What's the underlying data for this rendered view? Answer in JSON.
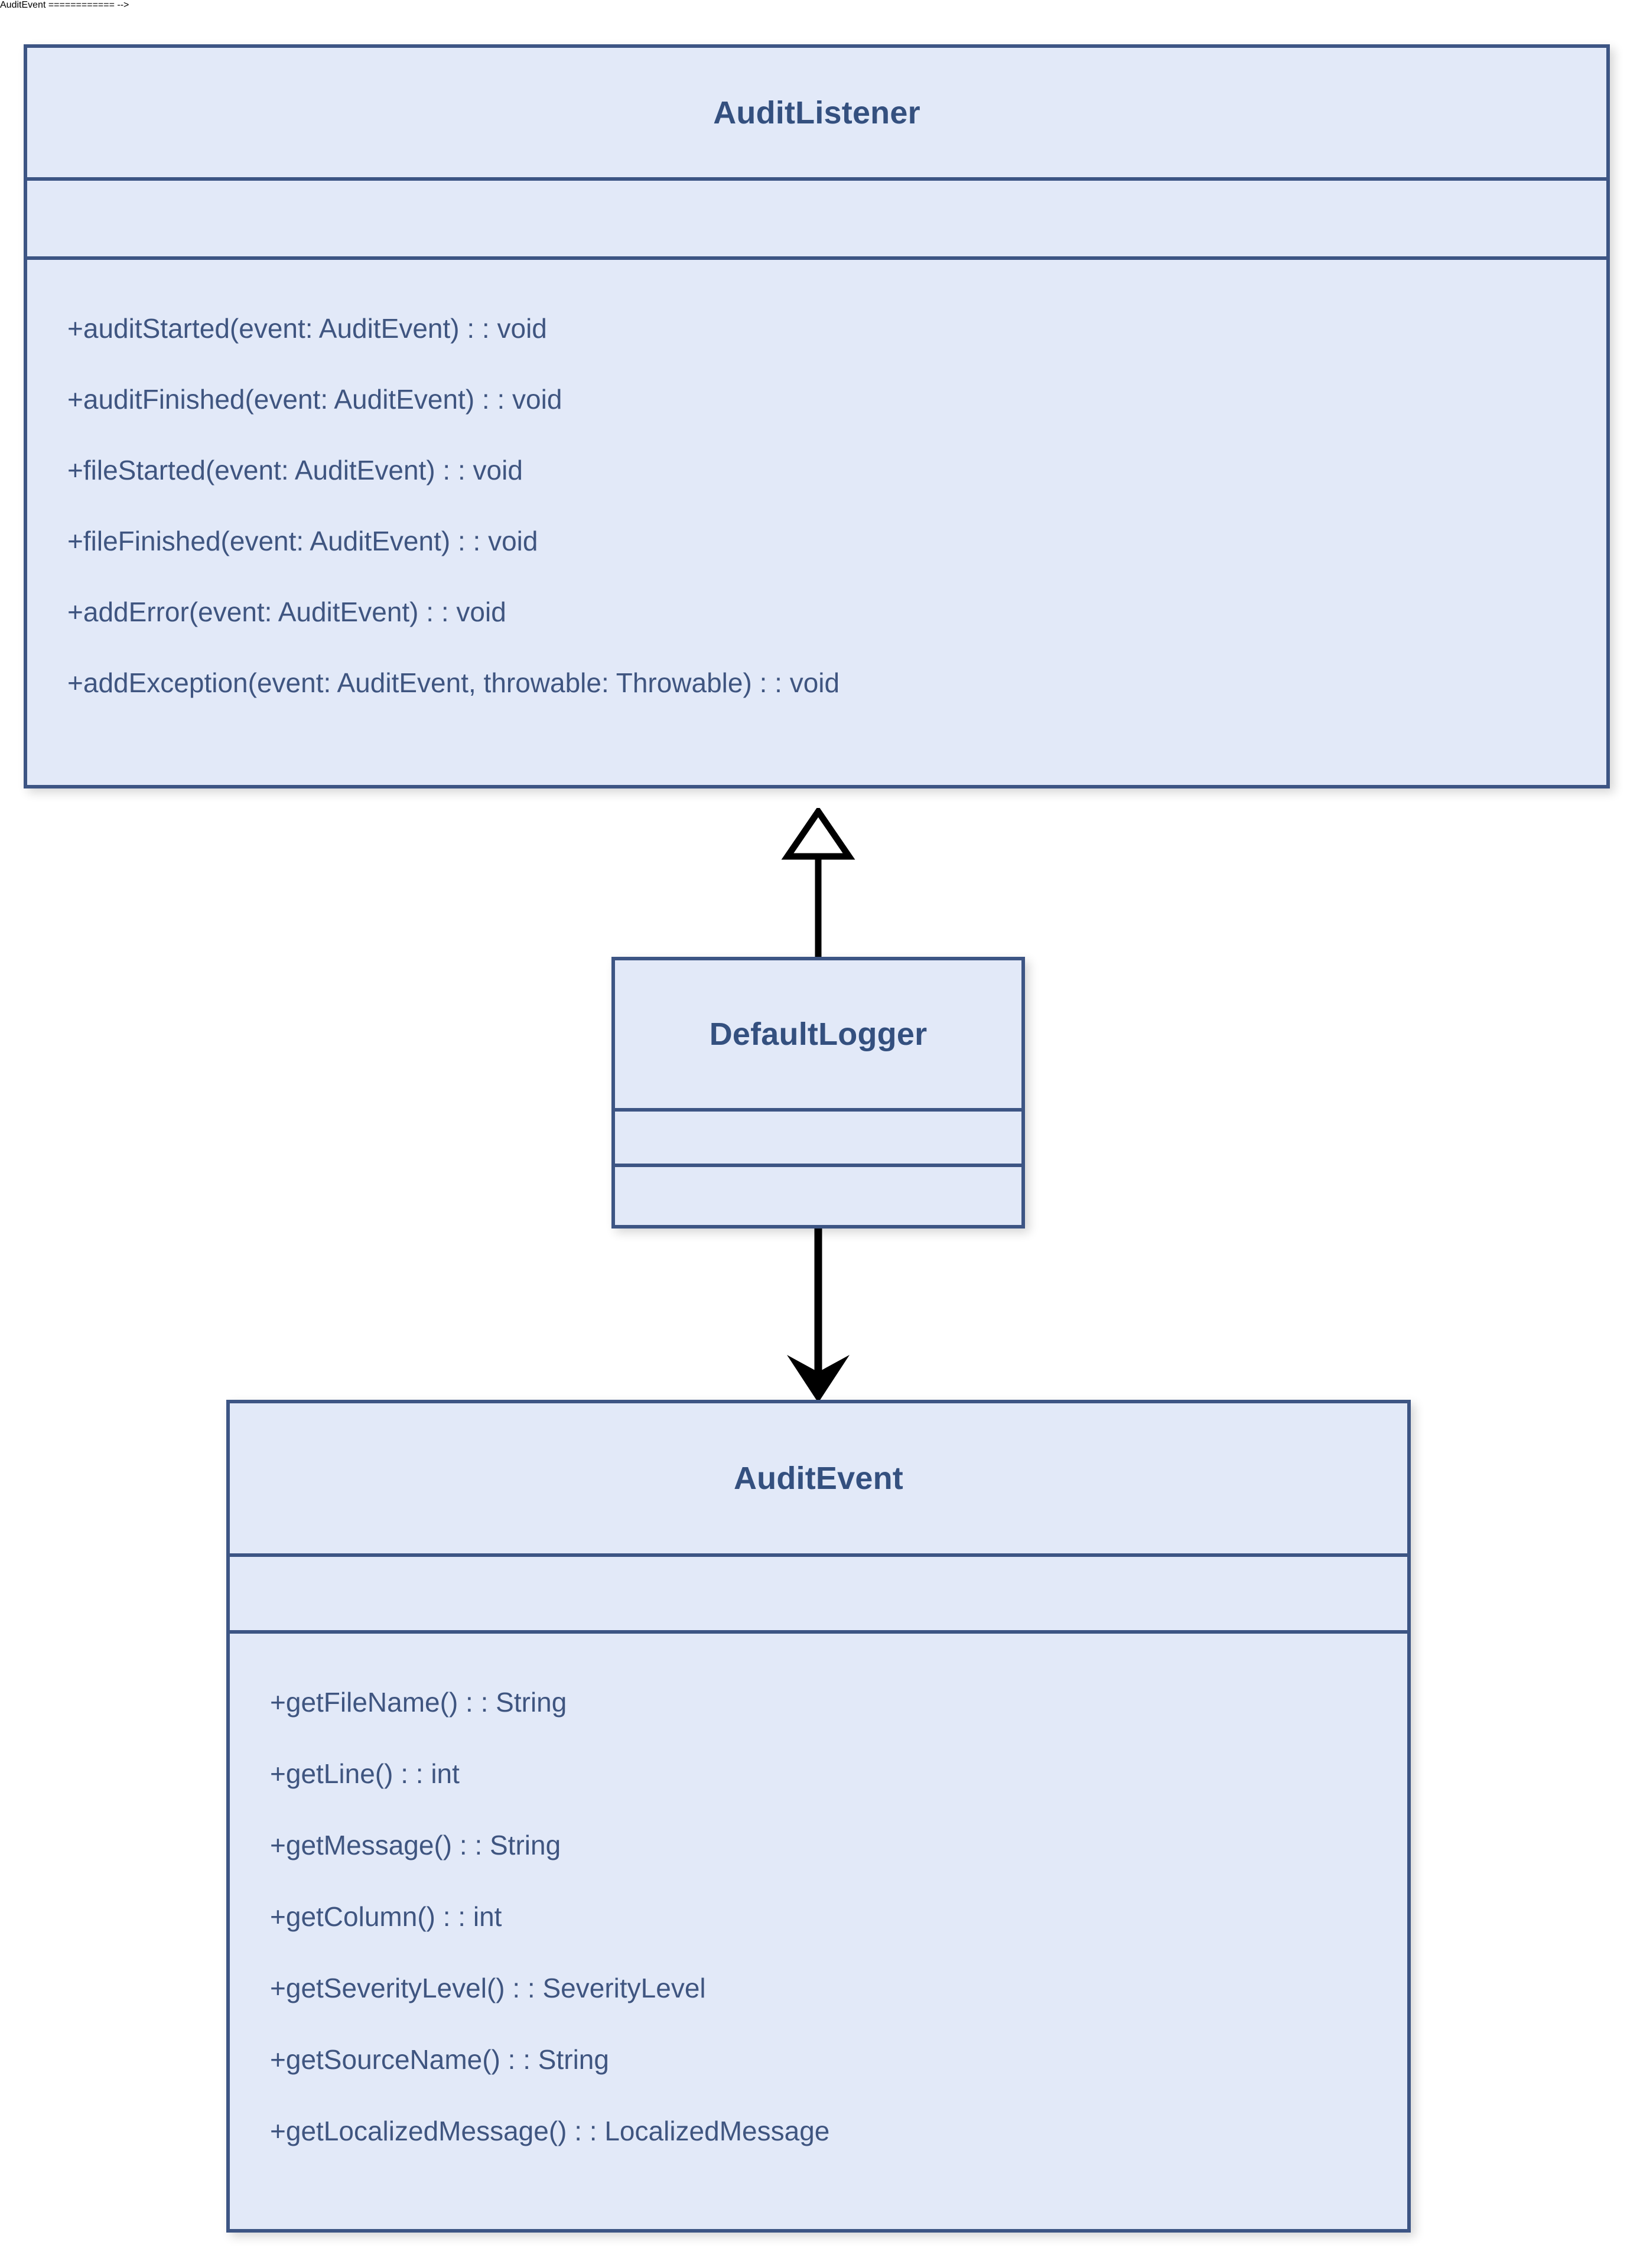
{
  "diagram": {
    "type": "uml-class-diagram",
    "background_color": "#ffffff",
    "box_fill_color": "#e2e9f8",
    "box_border_color": "#3d5584",
    "title_text_color": "#34507f",
    "member_text_color": "#3f5580",
    "connector_color": "#000000"
  },
  "classes": [
    {
      "id": "audit-listener",
      "name": "AuditListener",
      "attributes": [],
      "methods": [
        "+auditStarted(event: AuditEvent) : : void",
        "+auditFinished(event: AuditEvent) : : void",
        "+fileStarted(event: AuditEvent) : : void",
        "+fileFinished(event: AuditEvent) : : void",
        "+addError(event: AuditEvent) : : void",
        "+addException(event: AuditEvent, throwable: Throwable) : : void"
      ]
    },
    {
      "id": "default-logger",
      "name": "DefaultLogger",
      "attributes": [],
      "methods": []
    },
    {
      "id": "audit-event",
      "name": "AuditEvent",
      "attributes": [],
      "methods": [
        "+getFileName() : : String",
        "+getLine() : : int",
        "+getMessage() : : String",
        "+getColumn() : : int",
        "+getSeverityLevel() : : SeverityLevel",
        "+getSourceName() : : String",
        "+getLocalizedMessage() : : LocalizedMessage"
      ]
    }
  ],
  "relationships": [
    {
      "id": "generalization",
      "kind": "generalization",
      "arrow": "hollow-triangle",
      "from": "DefaultLogger",
      "to": "AuditListener"
    },
    {
      "id": "association",
      "kind": "association",
      "arrow": "open-arrow",
      "from": "DefaultLogger",
      "to": "AuditEvent"
    }
  ]
}
